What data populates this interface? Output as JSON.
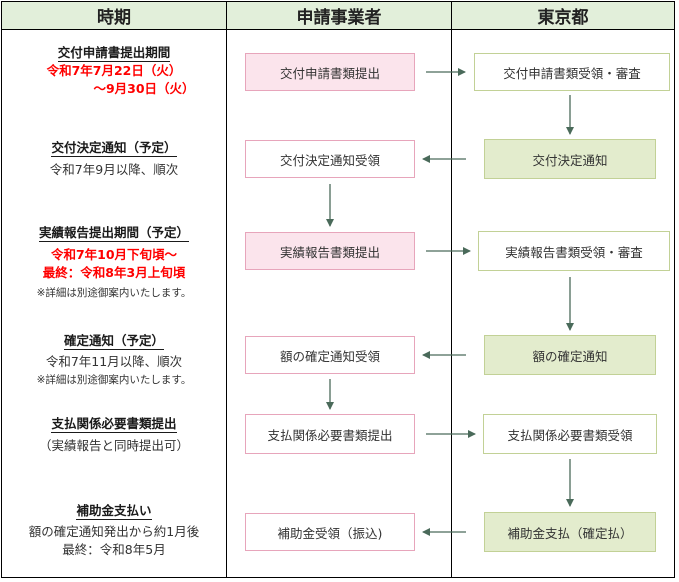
{
  "header": {
    "period": "時期",
    "applicant": "申請事業者",
    "tokyo": "東京都"
  },
  "rows": [
    {
      "title": "交付申請書提出期間",
      "red_lines": [
        "令和7年7月22日（火）",
        "～9月30日（火）"
      ],
      "applicant_box": "交付申請書類提出",
      "tokyo_box": "交付申請書類受領・審査"
    },
    {
      "title": "交付決定通知（予定）",
      "sub_lines": [
        "令和7年9月以降、順次"
      ],
      "applicant_box": "交付決定通知受領",
      "tokyo_box": "交付決定通知"
    },
    {
      "title": "実績報告提出期間（予定）",
      "red_lines": [
        "令和7年10月下旬頃～",
        "最終：令和8年3月上旬頃"
      ],
      "note": "※詳細は別途御案内いたします。",
      "applicant_box": "実績報告書類提出",
      "tokyo_box": "実績報告書類受領・審査"
    },
    {
      "title": "確定通知（予定）",
      "sub_lines": [
        "令和7年11月以降、順次"
      ],
      "note": "※詳細は別途御案内いたします。",
      "applicant_box": "額の確定通知受領",
      "tokyo_box": "額の確定通知"
    },
    {
      "title": "支払関係必要書類提出",
      "sub_lines": [
        "（実績報告と同時提出可）"
      ],
      "applicant_box": "支払関係必要書類提出",
      "tokyo_box": "支払関係必要書類受領"
    },
    {
      "title": "補助金支払い",
      "sub_lines": [
        "額の確定通知発出から約1月後",
        "最終：令和8年5月"
      ],
      "applicant_box": "補助金受領（振込)",
      "tokyo_box": "補助金支払（確定払）"
    }
  ],
  "colors": {
    "header_bg": "#e2efda",
    "applicant_fill": "#fbe4ec",
    "applicant_border": "#e7a5bb",
    "tokyo_fill": "#e3eccd",
    "tokyo_border": "#c2d196",
    "arrow": "#4a6a5a",
    "highlight_text": "#ff0000"
  }
}
